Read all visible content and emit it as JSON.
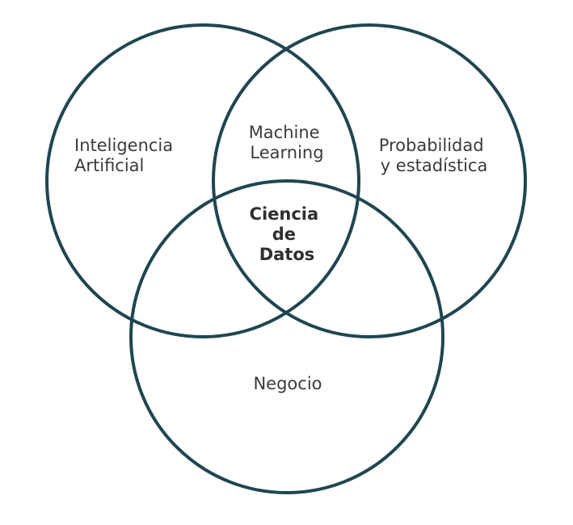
{
  "sets": {
    "ai": {
      "line1": "Inteligencia",
      "line2": "Artificial"
    },
    "stats": {
      "line1": "Probabilidad",
      "line2": "y estadística"
    },
    "business": {
      "label": "Negocio"
    }
  },
  "intersections": {
    "ml": {
      "line1": "Machine",
      "line2": "Learning"
    },
    "data_science": {
      "line1": "Ciencia",
      "line2": "de",
      "line3": "Datos"
    }
  },
  "colors": {
    "stroke": "#1f4650",
    "text": "#3b3b3b",
    "center_text": "#2f2f2f",
    "background": "#ffffff"
  }
}
